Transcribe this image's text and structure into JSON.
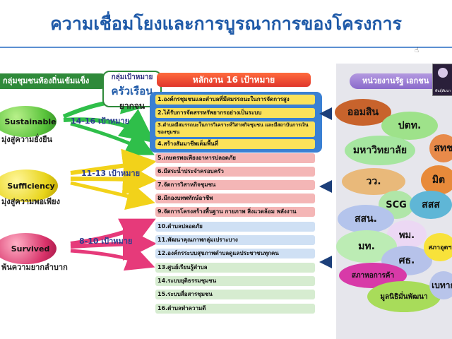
{
  "title": "ความเชื่อมโยงและการบูรณาการของโครงการ",
  "left_header": "กลุ่มชุมชนท้องถิ่นเข้มแข็ง",
  "levels": [
    {
      "name": "Sustainable",
      "subtitle": "มุ่งสู่ความยั่งยืน",
      "targets": "14-16 เป้าหมาย",
      "color": "#58c23a"
    },
    {
      "name": "Sufficiency",
      "subtitle": "มุ่งสู่ความพอเพียง",
      "targets": "11-13 เป้าหมาย",
      "color": "#e8d41a"
    },
    {
      "name": "Survived",
      "subtitle": "พ้นความยากลำบาก",
      "targets": "8-10 เป้าหมาย",
      "color": "#d8336a"
    }
  ],
  "target_box": {
    "line1": "กลุ่มเป้าหมาย",
    "line2": "ครัวเรือน",
    "line3": "ยากจน"
  },
  "center_header": "หลักงาน 16 เป้าหมาย",
  "targets": [
    "1.องค์กรชุมชนและตำบลที่มีสมรรถนะในการจัดการสูง",
    "2.ได้รับการจัดสรรทรัพยากรอย่างเป็นระบบ",
    "3.ตำบลมีสมรรถนะในการวิเคราะห์วิสาหกิจชุมชน และมีสถาบันการเงินของชุมชน",
    "4.สร้างสัมมาชีพเต็มพื้นที่",
    "5.เกษตรพอเพียงอาหารปลอดภัย",
    "6.มีสระน้ำประจำครอบครัว",
    "7.จัดการวิสาหกิจชุมชน",
    "8.มีกองบทพทักษ์อาชีพ",
    "9.จัดการโครงสร้างพื้นฐาน กายภาพ สิ่งแวดล้อม พลังงาน",
    "10.ตำบลปลอดภัย",
    "11.พัฒนาคุณภาพกลุ่มเปราะบาง",
    "12.องค์กรระบบสุขภาพตำบลดูแลประชาชนทุกคน",
    "13.ศูนย์เรียนรู้ตำบล",
    "14.ระบบยุติธรรมชุมชน",
    "15.ระบบสื่อสารชุมชน",
    "16.ตำบลทำความดี"
  ],
  "target_colors": [
    "#fbe25a",
    "#fbe25a",
    "#fbe25a",
    "#fbe25a",
    "#f4b6b6",
    "#f4b6b6",
    "#f4b6b6",
    "#f4b6b6",
    "#f4b6b6",
    "#cfe0f4",
    "#cfe0f4",
    "#cfe0f4",
    "#d6ecd0",
    "#d6ecd0",
    "#d6ecd0",
    "#d6ecd0"
  ],
  "right_header": "หน่วยงานรัฐ เอกชน",
  "orgs": [
    {
      "label": "ออมสิน",
      "color": "#c8632c"
    },
    {
      "label": "ปตท.",
      "color": "#9ee28a"
    },
    {
      "label": "สทช",
      "color": "#e88a4a"
    },
    {
      "label": "มหาวิทยาลัย",
      "color": "#a6e6a0"
    },
    {
      "label": "วว.",
      "color": "#e9b97a"
    },
    {
      "label": "มิต",
      "color": "#e88a3a"
    },
    {
      "label": "SCG",
      "color": "#b0e6a8"
    },
    {
      "label": "สสส",
      "color": "#5fb6d6"
    },
    {
      "label": "สสน.",
      "color": "#b4c4ec"
    },
    {
      "label": "พม.",
      "color": "#ecd8f4"
    },
    {
      "label": "มท.",
      "color": "#bcecb4"
    },
    {
      "label": "ศธ.",
      "color": "#b6c2ea"
    },
    {
      "label": "สภาอุตฯ",
      "color": "#f8e23a"
    },
    {
      "label": "สภาหอการค้า",
      "color": "#d83aa8"
    },
    {
      "label": "มูลนิธิมั่นพัฒนา",
      "color": "#a8dc5a"
    },
    {
      "label": "เบทาก",
      "color": "#b8c4ea"
    }
  ],
  "video_caption": "พันธุ์สัมนา"
}
